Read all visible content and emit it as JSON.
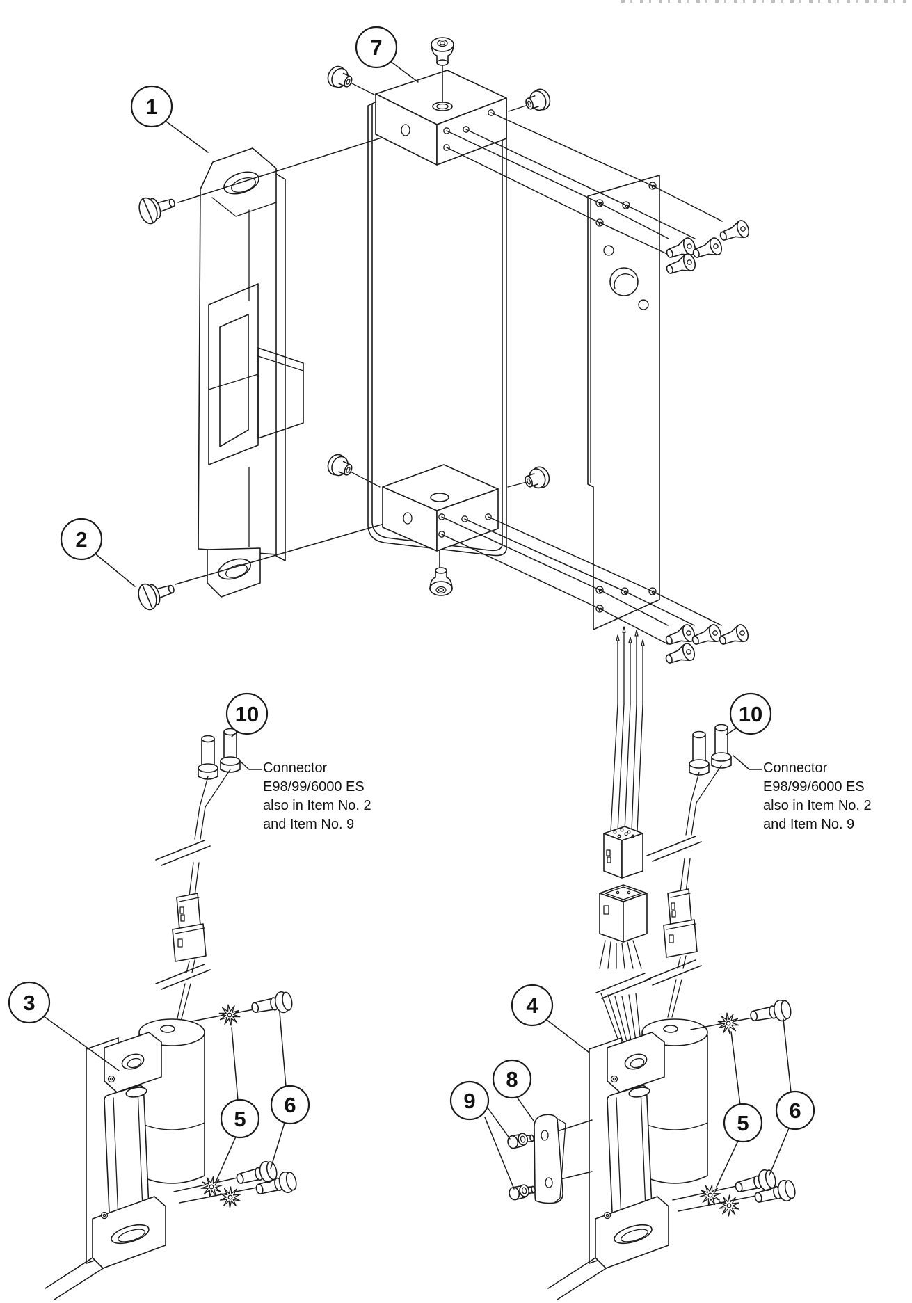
{
  "figure": {
    "colors": {
      "line": "#1b1b1b",
      "background": "#ffffff"
    }
  },
  "callout_labels": {
    "item1": "1",
    "item2": "2",
    "item3": "3",
    "item4": "4",
    "item5": "5",
    "item6": "6",
    "item7": "7",
    "item8": "8",
    "item9": "9",
    "item10": "10"
  },
  "annotations": {
    "left": {
      "lines": [
        "Connector",
        "E98/99/6000 ES",
        "also in Item No. 2",
        "and Item No. 9"
      ]
    },
    "right": {
      "lines": [
        "Connector",
        "E98/99/6000 ES",
        "also in Item No. 2",
        "and Item No. 9"
      ]
    }
  }
}
